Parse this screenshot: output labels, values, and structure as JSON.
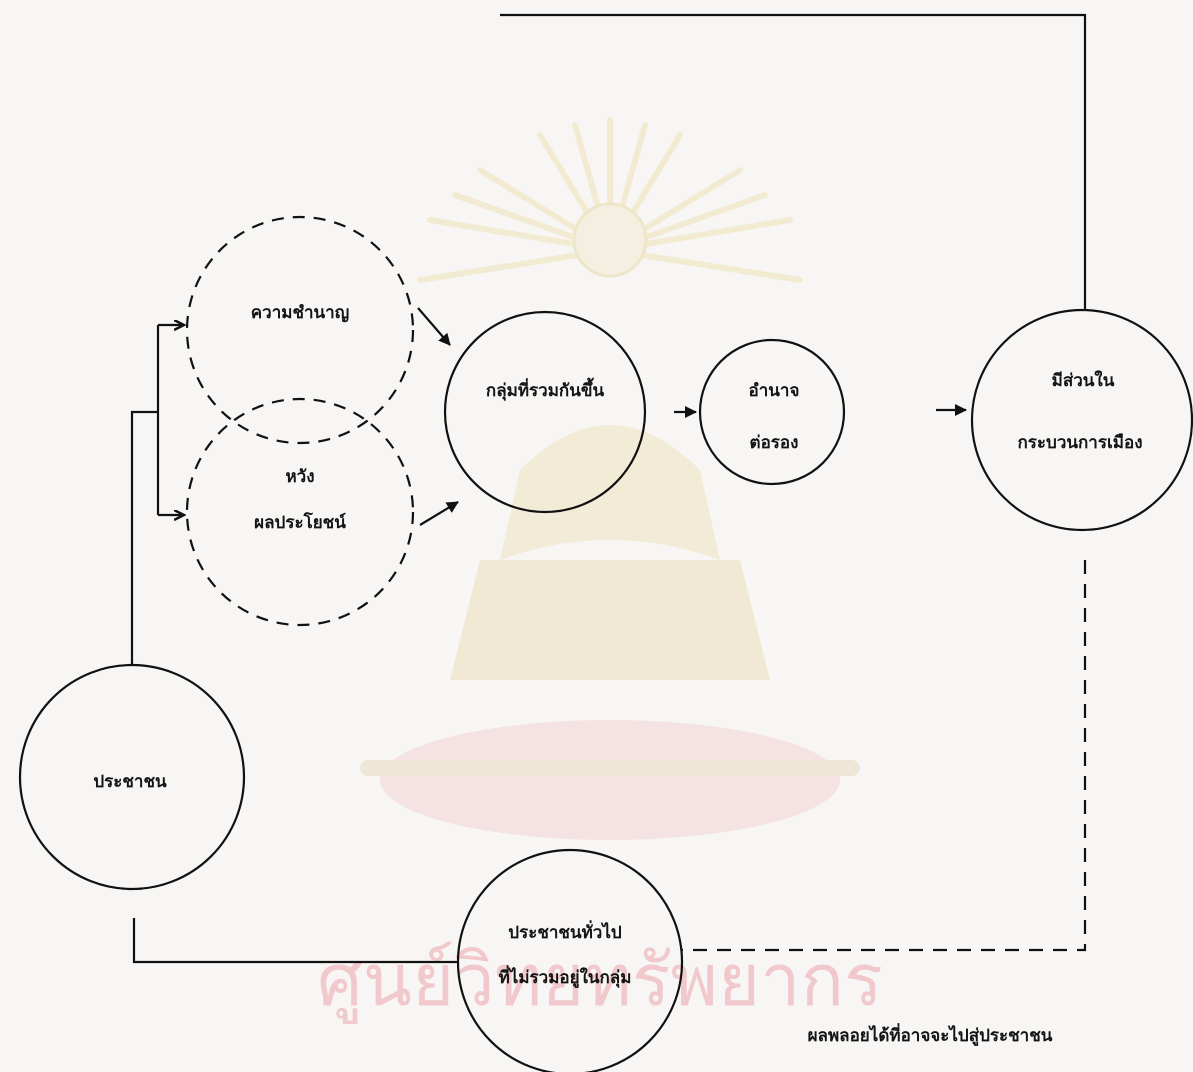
{
  "nodes": {
    "expertise": "ความชำนาญ",
    "hope_line1": "หวัง",
    "hope_line2": "ผลประโยชน์",
    "group": "กลุ่มที่รวมกันขึ้น",
    "power_line1": "อำนาจ",
    "power_line2": "ต่อรอง",
    "participation_line1": "มีส่วนใน",
    "participation_line2": "กระบวนการเมือง",
    "people": "ประชาชน",
    "general_line1": "ประชาชนทั่วไป",
    "general_line2": "ที่ไม่รวมอยู่ในกลุ่ม"
  },
  "caption": "ผลพลอยได้ที่อาจจะไปสู่ประชาชน",
  "watermark": {
    "text": "ศูนย์วิทยทรัพยากร",
    "color": "#f1c9cc",
    "emblem_color": "#efe3b8"
  }
}
